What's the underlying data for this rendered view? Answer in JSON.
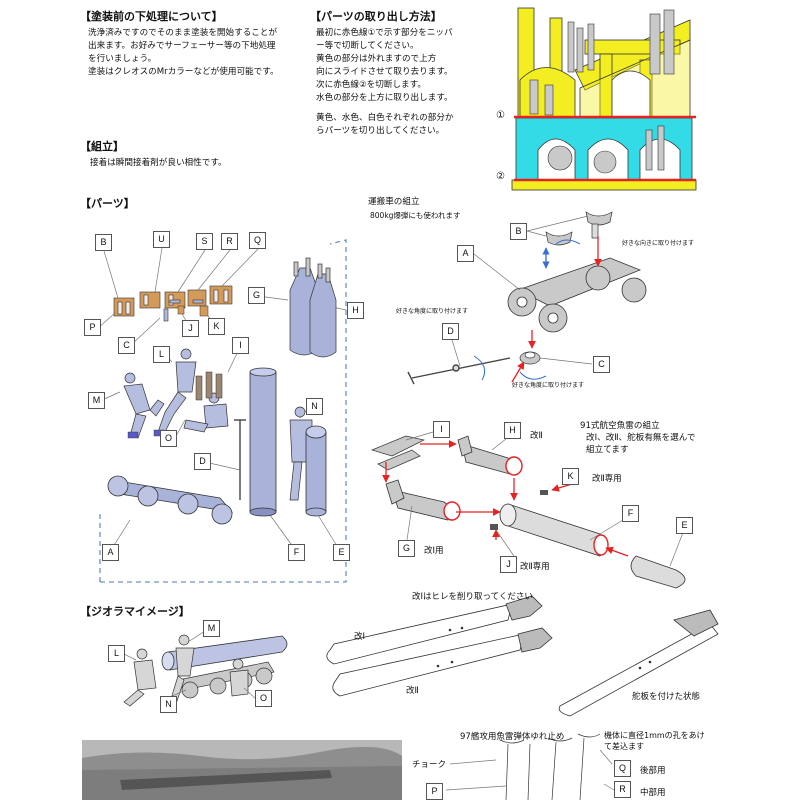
{
  "sections": {
    "pre_treatment": {
      "header": "【塗装前の下処理について】",
      "lines": [
        "洗浄済みですのでそのまま塗装を開始することが",
        "出来ます。お好みでサーフェーサー等の下地処理",
        "を行いましょう。",
        "塗装はクレオスのMrカラーなどが使用可能です。"
      ]
    },
    "removal": {
      "header": "【パーツの取り出し方法】",
      "lines": [
        "最初に赤色線①で示す部分をニッパ",
        "ー等で切断してください。",
        "黄色の部分は外れますので上方",
        "向にスライドさせて取り去ります。",
        "次に赤色線②を切断します。",
        "水色の部分を上方に取り出します。",
        "",
        "黄色、水色、白色それぞれの部分か",
        "らパーツを切り出してください。"
      ],
      "marker1": "①",
      "marker2": "②"
    },
    "assembly": {
      "header": "【組立】",
      "lines": [
        "接着は瞬間接着剤が良い相性です。"
      ]
    },
    "parts": {
      "header": "【パーツ】",
      "labels": [
        "B",
        "U",
        "S",
        "R",
        "Q",
        "P",
        "C",
        "J",
        "K",
        "G",
        "H",
        "L",
        "I",
        "M",
        "O",
        "N",
        "D",
        "A",
        "F",
        "E"
      ]
    },
    "carrier": {
      "title": "運搬車の組立",
      "subtitle": "800kg爆弾にも使われます",
      "note1": "好きな向きに取り付けます",
      "note2": "好きな角度に取り付けます",
      "note3": "好きな角度に取り付けます",
      "labels": [
        "B",
        "A",
        "D",
        "C"
      ]
    },
    "torpedo": {
      "title_lines": [
        "91式航空魚雷の組立",
        "改Ⅰ、改Ⅱ、舵板有無を選んで",
        "組立てます"
      ],
      "kai2_label": "改Ⅱ",
      "kai2_only": "改Ⅱ専用",
      "kai1_use": "改Ⅰ用",
      "kai2_only2": "改Ⅱ専用",
      "labels": [
        "I",
        "H",
        "K",
        "G",
        "F",
        "J",
        "E"
      ]
    },
    "diorama": {
      "header": "【ジオラマイメージ】",
      "labels": [
        "M",
        "L",
        "N",
        "O"
      ]
    },
    "variants": {
      "fin_note": "改Ⅰはヒレを削り取ってください",
      "kai1": "改Ⅰ",
      "kai2": "改Ⅱ",
      "rudder_note": "舵板を付けた状態"
    },
    "cradle": {
      "title": "97艦攻用魚雷弾体ゆれ止め",
      "hole_note_lines": [
        "機体に直径1mmの孔をあけ",
        "て差込ます"
      ],
      "chalk": "チョーク",
      "rear": "後部用",
      "mid": "中部用",
      "labels": [
        "Q",
        "P",
        "R"
      ]
    }
  },
  "colors": {
    "yellow": "#f3ee22",
    "cyan": "#33dbe6",
    "red": "#e62222",
    "part_blue": "#a9b3da",
    "part_gray": "#c9c9c9",
    "wood": "#d49a5a",
    "line": "#3d3d3d"
  }
}
